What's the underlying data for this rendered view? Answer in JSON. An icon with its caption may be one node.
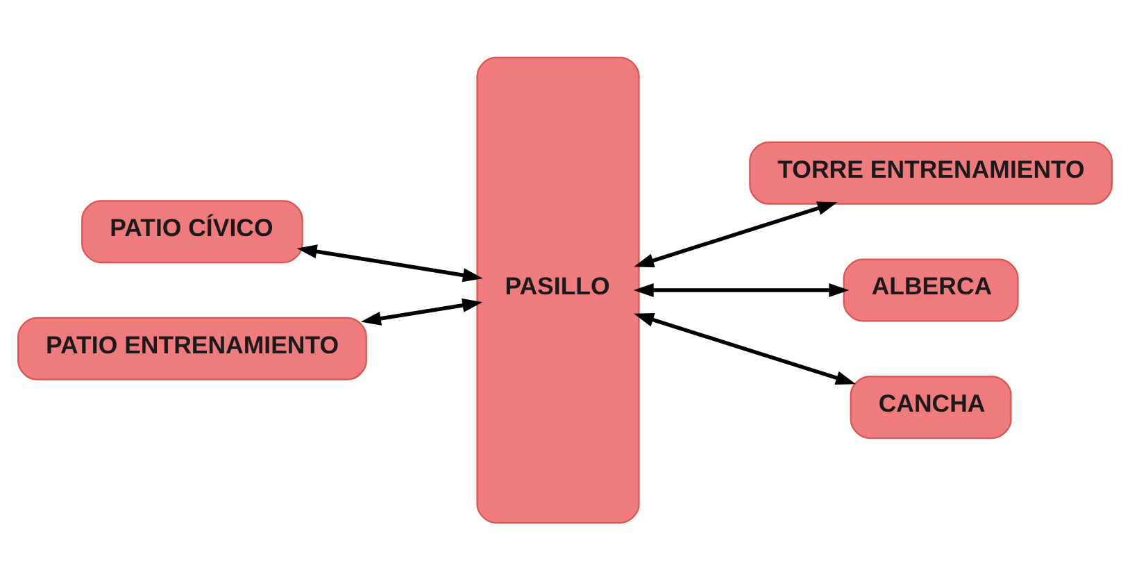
{
  "diagram": {
    "nodes": [
      {
        "text": [
          "PATIO CÍVICO"
        ]
      },
      {
        "text": [
          "PASILLO"
        ]
      },
      {
        "text": [
          "TORRE ENTRENAMIENTO"
        ]
      },
      {
        "text": [
          "ALBERCA"
        ]
      },
      {
        "text": [
          "PATIO ENTRENAMIENTO"
        ]
      },
      {
        "text": [
          "CANCHA"
        ]
      }
    ],
    "edges": [
      {
        "from": 0,
        "to": 1,
        "arrow": "both"
      },
      {
        "from": 1,
        "to": 2,
        "arrow": "both"
      },
      {
        "from": 1,
        "to": 3,
        "arrow": "both"
      },
      {
        "from": 4,
        "to": 1,
        "arrow": "both"
      },
      {
        "from": 1,
        "to": 5,
        "arrow": "both"
      }
    ]
  }
}
